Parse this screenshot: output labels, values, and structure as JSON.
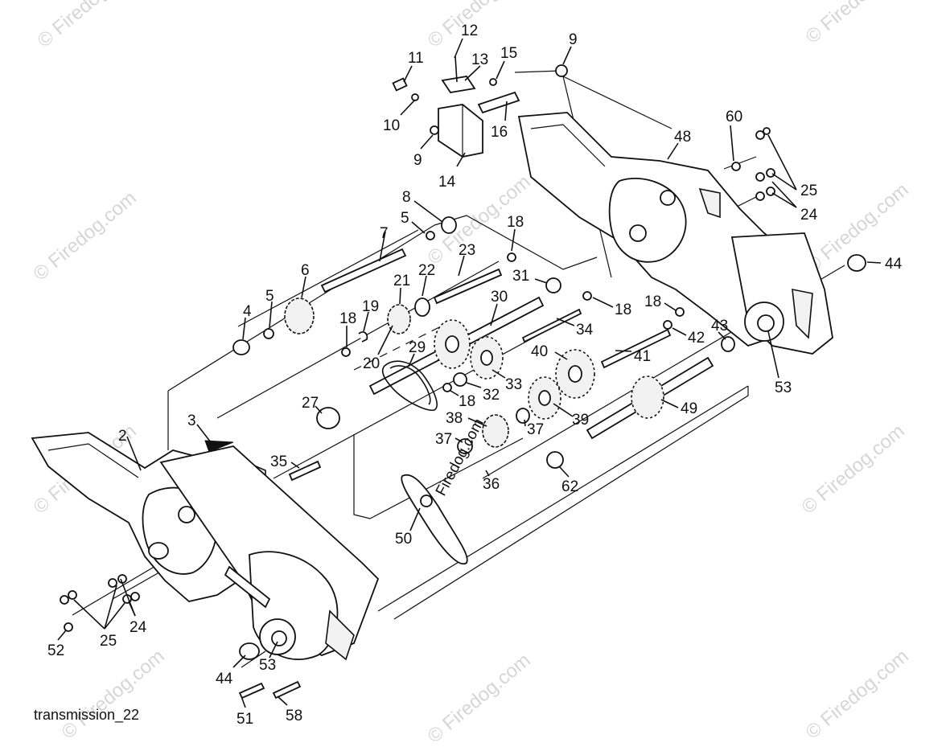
{
  "caption": "transmission_22",
  "watermark_text": "© Firedog.com",
  "center_mark_text": "Firedog.com",
  "labels": [
    {
      "id": "p12",
      "text": "12"
    },
    {
      "id": "p11",
      "text": "11"
    },
    {
      "id": "p13",
      "text": "13"
    },
    {
      "id": "p15",
      "text": "15"
    },
    {
      "id": "p9a",
      "text": "9"
    },
    {
      "id": "p10",
      "text": "10"
    },
    {
      "id": "p16",
      "text": "16"
    },
    {
      "id": "p9b",
      "text": "9"
    },
    {
      "id": "p14",
      "text": "14"
    },
    {
      "id": "p60",
      "text": "60"
    },
    {
      "id": "p48",
      "text": "48"
    },
    {
      "id": "p25a",
      "text": "25"
    },
    {
      "id": "p24a",
      "text": "24"
    },
    {
      "id": "p8",
      "text": "8"
    },
    {
      "id": "p5a",
      "text": "5"
    },
    {
      "id": "p18a",
      "text": "18"
    },
    {
      "id": "p7",
      "text": "7"
    },
    {
      "id": "p23",
      "text": "23"
    },
    {
      "id": "p44a",
      "text": "44"
    },
    {
      "id": "p6",
      "text": "6"
    },
    {
      "id": "p22",
      "text": "22"
    },
    {
      "id": "p31",
      "text": "31"
    },
    {
      "id": "p5b",
      "text": "5"
    },
    {
      "id": "p21",
      "text": "21"
    },
    {
      "id": "p30",
      "text": "30"
    },
    {
      "id": "p18b",
      "text": "18"
    },
    {
      "id": "p18c",
      "text": "18"
    },
    {
      "id": "p4",
      "text": "4"
    },
    {
      "id": "p19",
      "text": "19"
    },
    {
      "id": "p18d",
      "text": "18"
    },
    {
      "id": "p34",
      "text": "34"
    },
    {
      "id": "p42",
      "text": "42"
    },
    {
      "id": "p43",
      "text": "43"
    },
    {
      "id": "p20",
      "text": "20"
    },
    {
      "id": "p29",
      "text": "29"
    },
    {
      "id": "p40",
      "text": "40"
    },
    {
      "id": "p41",
      "text": "41"
    },
    {
      "id": "p33",
      "text": "33"
    },
    {
      "id": "p53a",
      "text": "53"
    },
    {
      "id": "p32",
      "text": "32"
    },
    {
      "id": "p18e",
      "text": "18"
    },
    {
      "id": "p27",
      "text": "27"
    },
    {
      "id": "p49",
      "text": "49"
    },
    {
      "id": "p39",
      "text": "39"
    },
    {
      "id": "p38",
      "text": "38"
    },
    {
      "id": "p37a",
      "text": "37"
    },
    {
      "id": "p2",
      "text": "2"
    },
    {
      "id": "p3",
      "text": "3"
    },
    {
      "id": "p37b",
      "text": "37"
    },
    {
      "id": "p35",
      "text": "35"
    },
    {
      "id": "p36",
      "text": "36"
    },
    {
      "id": "p62",
      "text": "62"
    },
    {
      "id": "p50",
      "text": "50"
    },
    {
      "id": "p24b",
      "text": "24"
    },
    {
      "id": "p25b",
      "text": "25"
    },
    {
      "id": "p52",
      "text": "52"
    },
    {
      "id": "p53b",
      "text": "53"
    },
    {
      "id": "p44b",
      "text": "44"
    },
    {
      "id": "p51",
      "text": "51"
    },
    {
      "id": "p58",
      "text": "58"
    }
  ]
}
